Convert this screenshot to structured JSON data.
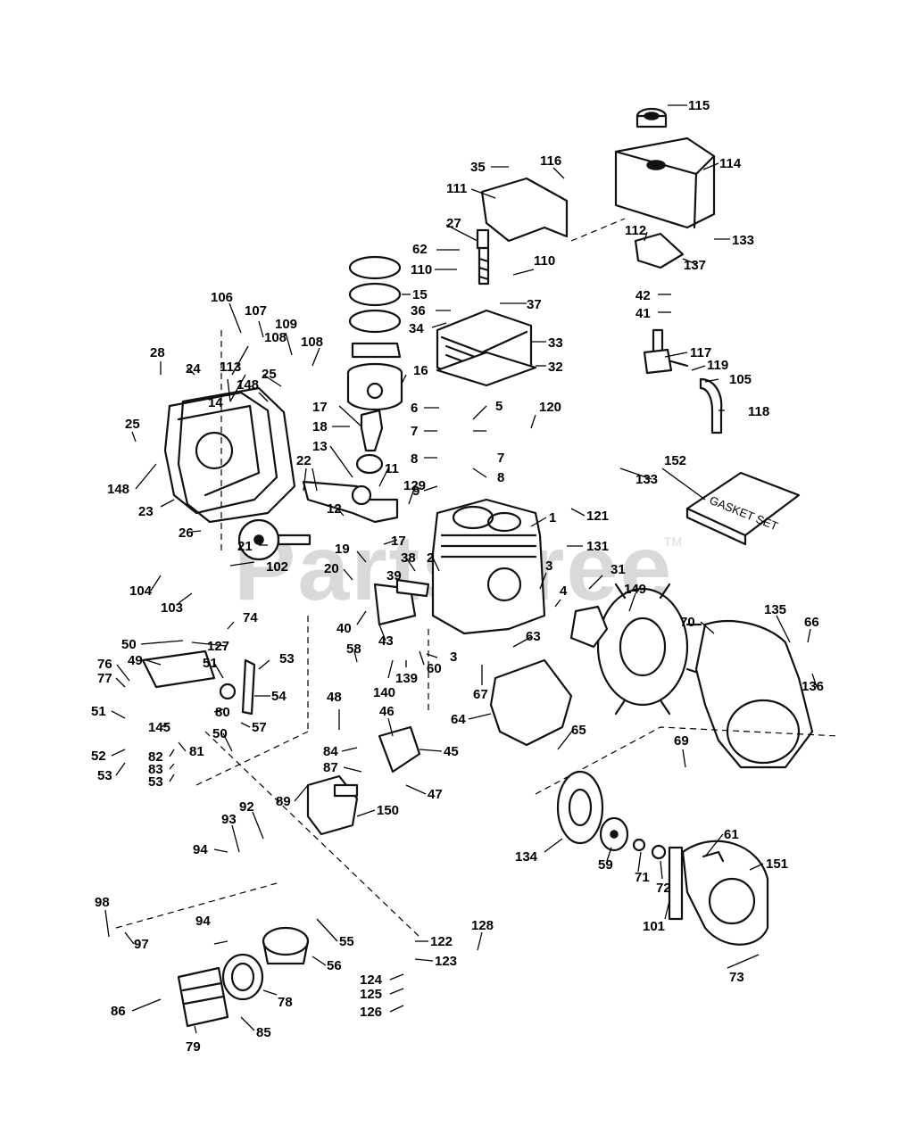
{
  "watermark": {
    "text": "PartsTree",
    "trademark": "TM"
  },
  "gasket_set_label": "GASKET SET",
  "callouts": [
    {
      "id": "115",
      "label": "115"
    },
    {
      "id": "114",
      "label": "114"
    },
    {
      "id": "35",
      "label": "35"
    },
    {
      "id": "116",
      "label": "116"
    },
    {
      "id": "111",
      "label": "111"
    },
    {
      "id": "133a",
      "label": "133"
    },
    {
      "id": "112",
      "label": "112"
    },
    {
      "id": "137",
      "label": "137"
    },
    {
      "id": "27",
      "label": "27"
    },
    {
      "id": "62",
      "label": "62"
    },
    {
      "id": "110a",
      "label": "110"
    },
    {
      "id": "110b",
      "label": "110"
    },
    {
      "id": "15",
      "label": "15"
    },
    {
      "id": "37",
      "label": "37"
    },
    {
      "id": "36",
      "label": "36"
    },
    {
      "id": "34",
      "label": "34"
    },
    {
      "id": "33",
      "label": "33"
    },
    {
      "id": "32",
      "label": "32"
    },
    {
      "id": "42",
      "label": "42"
    },
    {
      "id": "41",
      "label": "41"
    },
    {
      "id": "106",
      "label": "106"
    },
    {
      "id": "107",
      "label": "107"
    },
    {
      "id": "109",
      "label": "109"
    },
    {
      "id": "108a",
      "label": "108"
    },
    {
      "id": "108b",
      "label": "108"
    },
    {
      "id": "113",
      "label": "113"
    },
    {
      "id": "25a",
      "label": "25"
    },
    {
      "id": "28",
      "label": "28"
    },
    {
      "id": "24",
      "label": "24"
    },
    {
      "id": "148a",
      "label": "148"
    },
    {
      "id": "14",
      "label": "14"
    },
    {
      "id": "16",
      "label": "16"
    },
    {
      "id": "117",
      "label": "117"
    },
    {
      "id": "119",
      "label": "119"
    },
    {
      "id": "105",
      "label": "105"
    },
    {
      "id": "118",
      "label": "118"
    },
    {
      "id": "6",
      "label": "6"
    },
    {
      "id": "5",
      "label": "5"
    },
    {
      "id": "120",
      "label": "120"
    },
    {
      "id": "7a",
      "label": "7"
    },
    {
      "id": "7b",
      "label": "7"
    },
    {
      "id": "8a",
      "label": "8"
    },
    {
      "id": "8b",
      "label": "8"
    },
    {
      "id": "9",
      "label": "9"
    },
    {
      "id": "17a",
      "label": "17"
    },
    {
      "id": "18",
      "label": "18"
    },
    {
      "id": "13",
      "label": "13"
    },
    {
      "id": "11",
      "label": "11"
    },
    {
      "id": "25b",
      "label": "25"
    },
    {
      "id": "148b",
      "label": "148"
    },
    {
      "id": "22",
      "label": "22"
    },
    {
      "id": "129",
      "label": "129"
    },
    {
      "id": "152",
      "label": "152"
    },
    {
      "id": "133b",
      "label": "133"
    },
    {
      "id": "1",
      "label": "1"
    },
    {
      "id": "121",
      "label": "121"
    },
    {
      "id": "23",
      "label": "23"
    },
    {
      "id": "12",
      "label": "12"
    },
    {
      "id": "26",
      "label": "26"
    },
    {
      "id": "21",
      "label": "21"
    },
    {
      "id": "17b",
      "label": "17"
    },
    {
      "id": "131",
      "label": "131"
    },
    {
      "id": "19",
      "label": "19"
    },
    {
      "id": "102",
      "label": "102"
    },
    {
      "id": "38",
      "label": "38"
    },
    {
      "id": "2",
      "label": "2"
    },
    {
      "id": "3a",
      "label": "3"
    },
    {
      "id": "31",
      "label": "31"
    },
    {
      "id": "20",
      "label": "20"
    },
    {
      "id": "39",
      "label": "39"
    },
    {
      "id": "4",
      "label": "4"
    },
    {
      "id": "149",
      "label": "149"
    },
    {
      "id": "104",
      "label": "104"
    },
    {
      "id": "103",
      "label": "103"
    },
    {
      "id": "70",
      "label": "70"
    },
    {
      "id": "135",
      "label": "135"
    },
    {
      "id": "66",
      "label": "66"
    },
    {
      "id": "74",
      "label": "74"
    },
    {
      "id": "40",
      "label": "40"
    },
    {
      "id": "43",
      "label": "43"
    },
    {
      "id": "50a",
      "label": "50"
    },
    {
      "id": "127",
      "label": "127"
    },
    {
      "id": "58",
      "label": "58"
    },
    {
      "id": "63",
      "label": "63"
    },
    {
      "id": "3b",
      "label": "3"
    },
    {
      "id": "60",
      "label": "60"
    },
    {
      "id": "53a",
      "label": "53"
    },
    {
      "id": "76",
      "label": "76"
    },
    {
      "id": "49",
      "label": "49"
    },
    {
      "id": "51a",
      "label": "51"
    },
    {
      "id": "77",
      "label": "77"
    },
    {
      "id": "140",
      "label": "140"
    },
    {
      "id": "139",
      "label": "139"
    },
    {
      "id": "67",
      "label": "67"
    },
    {
      "id": "136",
      "label": "136"
    },
    {
      "id": "54",
      "label": "54"
    },
    {
      "id": "48",
      "label": "48"
    },
    {
      "id": "46",
      "label": "46"
    },
    {
      "id": "51b",
      "label": "51"
    },
    {
      "id": "145",
      "label": "145"
    },
    {
      "id": "80",
      "label": "80"
    },
    {
      "id": "57",
      "label": "57"
    },
    {
      "id": "64",
      "label": "64"
    },
    {
      "id": "50b",
      "label": "50"
    },
    {
      "id": "84",
      "label": "84"
    },
    {
      "id": "45",
      "label": "45"
    },
    {
      "id": "65",
      "label": "65"
    },
    {
      "id": "52",
      "label": "52"
    },
    {
      "id": "82",
      "label": "82"
    },
    {
      "id": "81",
      "label": "81"
    },
    {
      "id": "83",
      "label": "83"
    },
    {
      "id": "53b",
      "label": "53"
    },
    {
      "id": "53c",
      "label": "53"
    },
    {
      "id": "87",
      "label": "87"
    },
    {
      "id": "69",
      "label": "69"
    },
    {
      "id": "47",
      "label": "47"
    },
    {
      "id": "89",
      "label": "89"
    },
    {
      "id": "92",
      "label": "92"
    },
    {
      "id": "150",
      "label": "150"
    },
    {
      "id": "93",
      "label": "93"
    },
    {
      "id": "94a",
      "label": "94"
    },
    {
      "id": "134",
      "label": "134"
    },
    {
      "id": "59",
      "label": "59"
    },
    {
      "id": "71",
      "label": "71"
    },
    {
      "id": "72",
      "label": "72"
    },
    {
      "id": "61",
      "label": "61"
    },
    {
      "id": "151",
      "label": "151"
    },
    {
      "id": "98",
      "label": "98"
    },
    {
      "id": "97",
      "label": "97"
    },
    {
      "id": "101",
      "label": "101"
    },
    {
      "id": "94b",
      "label": "94"
    },
    {
      "id": "128",
      "label": "128"
    },
    {
      "id": "55",
      "label": "55"
    },
    {
      "id": "122",
      "label": "122"
    },
    {
      "id": "123",
      "label": "123"
    },
    {
      "id": "56",
      "label": "56"
    },
    {
      "id": "73",
      "label": "73"
    },
    {
      "id": "124",
      "label": "124"
    },
    {
      "id": "125",
      "label": "125"
    },
    {
      "id": "78",
      "label": "78"
    },
    {
      "id": "126",
      "label": "126"
    },
    {
      "id": "86",
      "label": "86"
    },
    {
      "id": "85",
      "label": "85"
    },
    {
      "id": "79",
      "label": "79"
    }
  ]
}
